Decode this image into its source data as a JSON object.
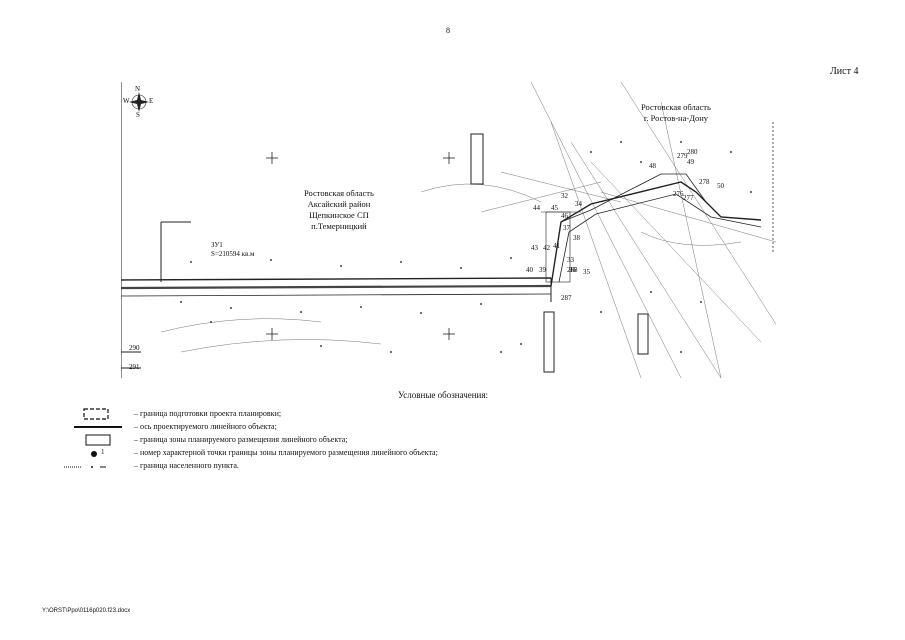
{
  "header": {
    "page_number": "8",
    "sheet_label": "Лист 4"
  },
  "map": {
    "region_right": {
      "line1": "Ростовская область",
      "line2": "г. Ростов-на-Дону"
    },
    "region_center": {
      "line1": "Ростовская область",
      "line2": "Аксайский район",
      "line3": "Щепкинское СП",
      "line4": "п.Темерницкий"
    },
    "parcel": {
      "code": "ЗУ1",
      "area": "S=210594 кв.м"
    },
    "compass_labels": {
      "n": "N",
      "e": "E",
      "s": "S",
      "w": "W"
    },
    "point_numbers": [
      "48",
      "49",
      "50",
      "44",
      "45",
      "46",
      "43",
      "42",
      "41",
      "40",
      "39",
      "38",
      "37",
      "36",
      "35",
      "34",
      "33",
      "32",
      "290",
      "291",
      "287",
      "288",
      "276",
      "277",
      "278",
      "279",
      "280"
    ]
  },
  "legend": {
    "title": "Условные обозначения:",
    "items": [
      {
        "icon": "dashed-rectangle-icon",
        "text": "–  граница подготовки проекта планировки;"
      },
      {
        "icon": "thick-line-icon",
        "text": "–  ось проектируемого линейного объекта;"
      },
      {
        "icon": "solid-rectangle-icon",
        "text": "–  граница зоны планируемого размещения линейного объекта;"
      },
      {
        "icon": "numbered-point-icon",
        "text": "–  номер характерной точки границы зоны планируемого размещения линейного объекта;",
        "marker": "1"
      },
      {
        "icon": "settlement-boundary-icon",
        "text": "–  граница населенного пункта."
      }
    ]
  },
  "footer": {
    "file_path": "Y:\\ORST\\Ppo\\0116p020.f23.docx"
  }
}
